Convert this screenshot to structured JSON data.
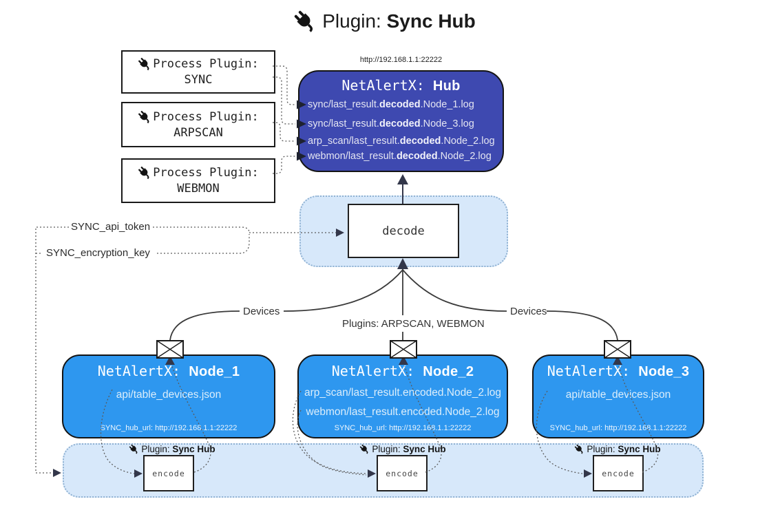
{
  "title": {
    "prefix": "Plugin: ",
    "bold": "Sync Hub"
  },
  "process_plugins": [
    {
      "label": "Process Plugin:",
      "name": "SYNC"
    },
    {
      "label": "Process Plugin:",
      "name": "ARPSCAN"
    },
    {
      "label": "Process Plugin:",
      "name": "WEBMON"
    }
  ],
  "hub": {
    "url": "http://192.168.1.1:22222",
    "title_prefix": "NetAlertX: ",
    "title_bold": "Hub",
    "rows": [
      {
        "prefix": "sync/last_result.",
        "bold": "decoded",
        "suffix": ".Node_1.log"
      },
      {
        "prefix": "sync/last_result.",
        "bold": "decoded",
        "suffix": ".Node_3.log"
      },
      {
        "prefix": "arp_scan/last_result.",
        "bold": "decoded",
        "suffix": ".Node_2.log"
      },
      {
        "prefix": "webmon/last_result.",
        "bold": "decoded",
        "suffix": ".Node_2.log"
      }
    ]
  },
  "decode": {
    "label": "decode"
  },
  "tokens": {
    "api_token": "SYNC_api_token",
    "encryption_key": "SYNC_encryption_key"
  },
  "edges": {
    "devices_left": "Devices",
    "plugins_middle": "Plugins: ARPSCAN, WEBMON",
    "devices_right": "Devices"
  },
  "nodes": [
    {
      "title_prefix": "NetAlertX: ",
      "title_bold": "Node_1",
      "lines": [
        "api/table_devices.json"
      ],
      "hub_url": "SYNC_hub_url: http://192.168.1.1:22222"
    },
    {
      "title_prefix": "NetAlertX: ",
      "title_bold": "Node_2",
      "lines": [
        "arp_scan/last_result.encoded.Node_2.log",
        "webmon/last_result.encoded.Node_2.log"
      ],
      "hub_url": "SYNC_hub_url: http://192.168.1.1:22222"
    },
    {
      "title_prefix": "NetAlertX: ",
      "title_bold": "Node_3",
      "lines": [
        "api/table_devices.json"
      ],
      "hub_url": "SYNC_hub_url: http://192.168.1.1:22222"
    }
  ],
  "encode_band": {
    "plugin_prefix": "Plugin: ",
    "plugin_bold": "Sync Hub",
    "encode_label": "encode"
  },
  "icons": {
    "plug": "plug-icon",
    "envelope": "envelope-icon"
  },
  "colors": {
    "hub_fill": "#3e49b0",
    "node_fill": "#2e97ef",
    "band_fill": "#d7e8fa",
    "line": "#3a3a3a"
  }
}
